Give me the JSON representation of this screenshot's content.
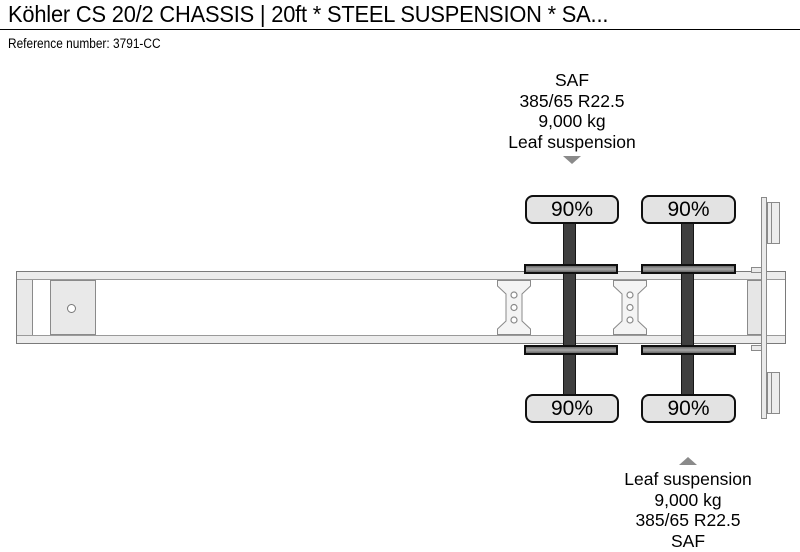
{
  "header": {
    "title": "Köhler CS 20/2 CHASSIS | 20ft * STEEL SUSPENSION * SA...",
    "reference": "Reference number: 3791-CC"
  },
  "diagram": {
    "axle_annotations": {
      "top": {
        "lines": [
          "SAF",
          "385/65 R22.5",
          "9,000 kg",
          "Leaf suspension"
        ],
        "pointer_icon": "triangle-down"
      },
      "bottom": {
        "lines": [
          "Leaf suspension",
          "9,000 kg",
          "385/65 R22.5",
          "SAF"
        ],
        "pointer_icon": "triangle-up"
      }
    },
    "tires": [
      "90%",
      "90%",
      "90%",
      "90%"
    ]
  },
  "colors": {
    "background": "#ffffff",
    "text": "#000000",
    "chassis_fill": "#ececec",
    "chassis_border": "#7a7a7a",
    "axle_dark": "#3f3f3f",
    "leaf_spring": "#6b6b6b",
    "tire_fill": "#e3e3e3",
    "tire_border": "#101010",
    "arrow_gray": "#8a8a8a"
  }
}
